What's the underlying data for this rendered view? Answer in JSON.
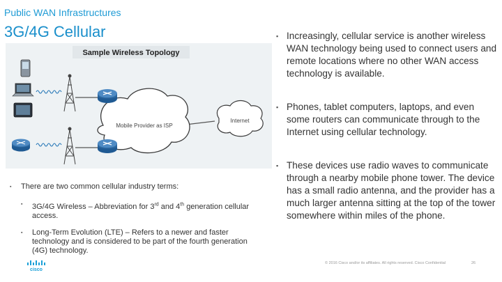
{
  "header": {
    "supertitle": "Public WAN Infrastructures",
    "title": "3G/4G Cellular"
  },
  "diagram": {
    "title": "Sample Wireless Topology",
    "provider_label": "Mobile Provider as ISP",
    "internet_label": "Internet",
    "colors": {
      "router": "#2f6fa8",
      "cloud": "#ffffff",
      "tower": "#555555",
      "wave": "#2a7ab8"
    }
  },
  "right_bullets": [
    "Increasingly, cellular service is another wireless WAN technology being used to connect users and remote locations where no other WAN access technology is available.",
    "Phones, tablet computers, laptops, and even some routers can communicate through to the Internet using cellular technology.",
    "These devices use radio waves to communicate through a nearby mobile phone tower. The device has a small radio antenna, and the provider has a much larger antenna sitting at the top of the tower somewhere within miles of the phone."
  ],
  "left_bullets": {
    "intro": "There are two common cellular industry terms:",
    "item1_pre": "3G/4G Wireless – Abbreviation for 3",
    "item1_sup1": "rd",
    "item1_mid": " and 4",
    "item1_sup2": "th",
    "item1_post": " generation cellular access.",
    "item2": "Long-Term Evolution (LTE) – Refers to a newer and faster technology and is considered to be part of the fourth generation (4G) technology."
  },
  "footer": {
    "copyright": "© 2016 Cisco and/or its affiliates. All rights reserved. Cisco Confidential",
    "page_number": "26"
  },
  "logo_name": "cisco-logo",
  "bullet_glyph": "▪"
}
